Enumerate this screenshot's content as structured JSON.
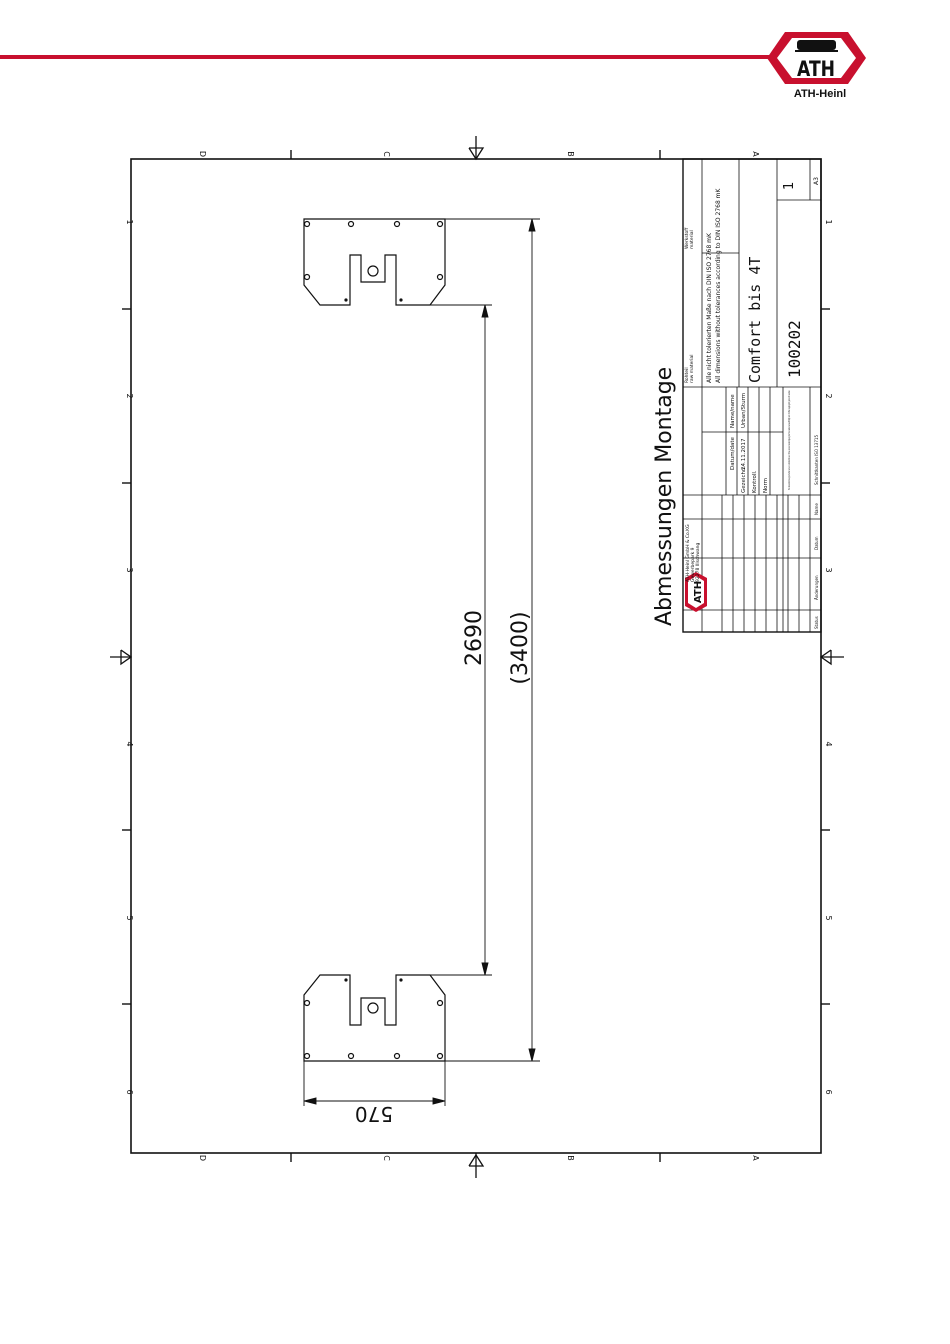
{
  "brand": {
    "name": "ATH-Heinl",
    "logo_text": "ATH"
  },
  "sheet": {
    "column_markers": [
      "D",
      "C",
      "B",
      "A"
    ],
    "row_markers": [
      "1",
      "2",
      "3",
      "4",
      "5",
      "6"
    ]
  },
  "dimensions": {
    "width": "570",
    "inner_distance": "2690",
    "outer_distance": "(3400)"
  },
  "title_block": {
    "title": "Abmessungen Montage",
    "part_name": "Comfort bis 4T",
    "drawing_number": "100202",
    "sheet_no": "1",
    "format": "A3",
    "company_lines": [
      "ATH-Heinl GmbH & Co.KG",
      "Gewerbepark 9",
      "92278 Illschwang"
    ],
    "rohteil_label": [
      "Rohteil",
      "raw material"
    ],
    "werkstoff_label": [
      "Werkstoff",
      "material"
    ],
    "tolerance_de": "Alle nicht tolerierten Maße nach DIN ISO 2768 mK",
    "tolerance_en": "All dimensions without tolerances according to DIN ISO 2768 mK",
    "date_header": "Datum/date",
    "name_header": "Name/name",
    "rows": [
      {
        "label": "Gezeichn.",
        "date": "24.11.2017",
        "name": "Urban/Sturm"
      },
      {
        "label": "Kontroll.",
        "date": "",
        "name": ""
      },
      {
        "label": "Norm",
        "date": "",
        "name": ""
      }
    ],
    "revision_headers": [
      "Status",
      "Änderungen",
      "Datum",
      "Name"
    ],
    "copyright_note": "Für diese Zeichnung behalten wir uns alle Rechte vor. Ohne unsere Genehmigung darf sie weder vervielfältigt noch Dritten zugänglich gemacht werden.",
    "surface_note": "Schnittkanten ISO 13715"
  },
  "colors": {
    "brand_red": "#c8102e",
    "line": "#111111"
  }
}
